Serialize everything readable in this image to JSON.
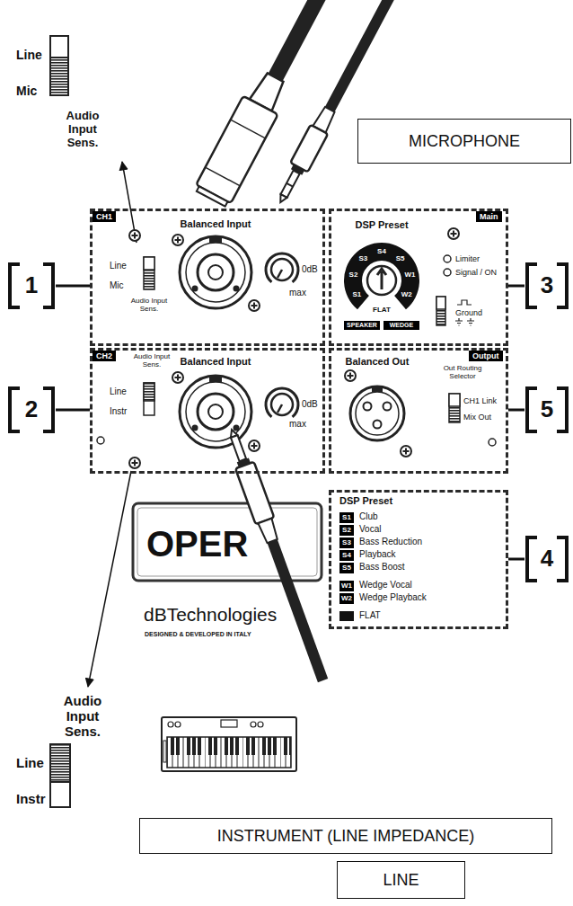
{
  "diagram": {
    "nodes": [
      {
        "text": [
          "MICROPHONE"
        ]
      },
      {
        "text": [
          "1"
        ]
      },
      {
        "text": [
          "CH1",
          "Balanced Input",
          "Line",
          "Mic",
          "Audio Input Sens.",
          "0dB",
          "max"
        ]
      },
      {
        "text": [
          "Main",
          "DSP Preset",
          "S1",
          "S2",
          "S3",
          "S4",
          "S5",
          "W1",
          "W2",
          "FLAT",
          "SPEAKER",
          "WEDGE",
          "Limiter",
          "Signal / ON",
          "Ground"
        ]
      },
      {
        "text": [
          "3"
        ]
      },
      {
        "text": [
          "2"
        ]
      },
      {
        "text": [
          "CH2",
          "Balanced Input",
          "Audio Input Sens.",
          "Line",
          "Instr",
          "0dB",
          "max"
        ]
      },
      {
        "text": [
          "Output",
          "Balanced Out",
          "Out Routing Selector",
          "CH1 Link",
          "Mix Out"
        ]
      },
      {
        "text": [
          "5"
        ]
      },
      {
        "text": [
          "DSP Preset",
          "S1",
          "Club",
          "S2",
          "Vocal",
          "S3",
          "Bass Reduction",
          "S4",
          "Playback",
          "S5",
          "Bass Boost",
          "W1",
          "Wedge Vocal",
          "W2",
          "Wedge Playback",
          "FLAT"
        ]
      },
      {
        "text": [
          "4"
        ]
      },
      {
        "text": [
          "INSTRUMENT (LINE IMPEDANCE)"
        ]
      },
      {
        "text": [
          "LINE"
        ]
      }
    ],
    "edges": [
      {
        "from": 1,
        "to": 2,
        "arrow": "none"
      },
      {
        "from": 4,
        "to": 3,
        "arrow": "none"
      },
      {
        "from": 5,
        "to": 6,
        "arrow": "none"
      },
      {
        "from": 8,
        "to": 7,
        "arrow": "none"
      },
      {
        "from": 10,
        "to": 9,
        "arrow": "none"
      }
    ],
    "labels": [
      "Line",
      "Mic",
      "Audio Input Sens.",
      "OPER",
      "dBTechnologies",
      "DESIGNED & DEVELOPED IN ITALY",
      "Audio Input Sens.",
      "Line",
      "Instr"
    ]
  }
}
